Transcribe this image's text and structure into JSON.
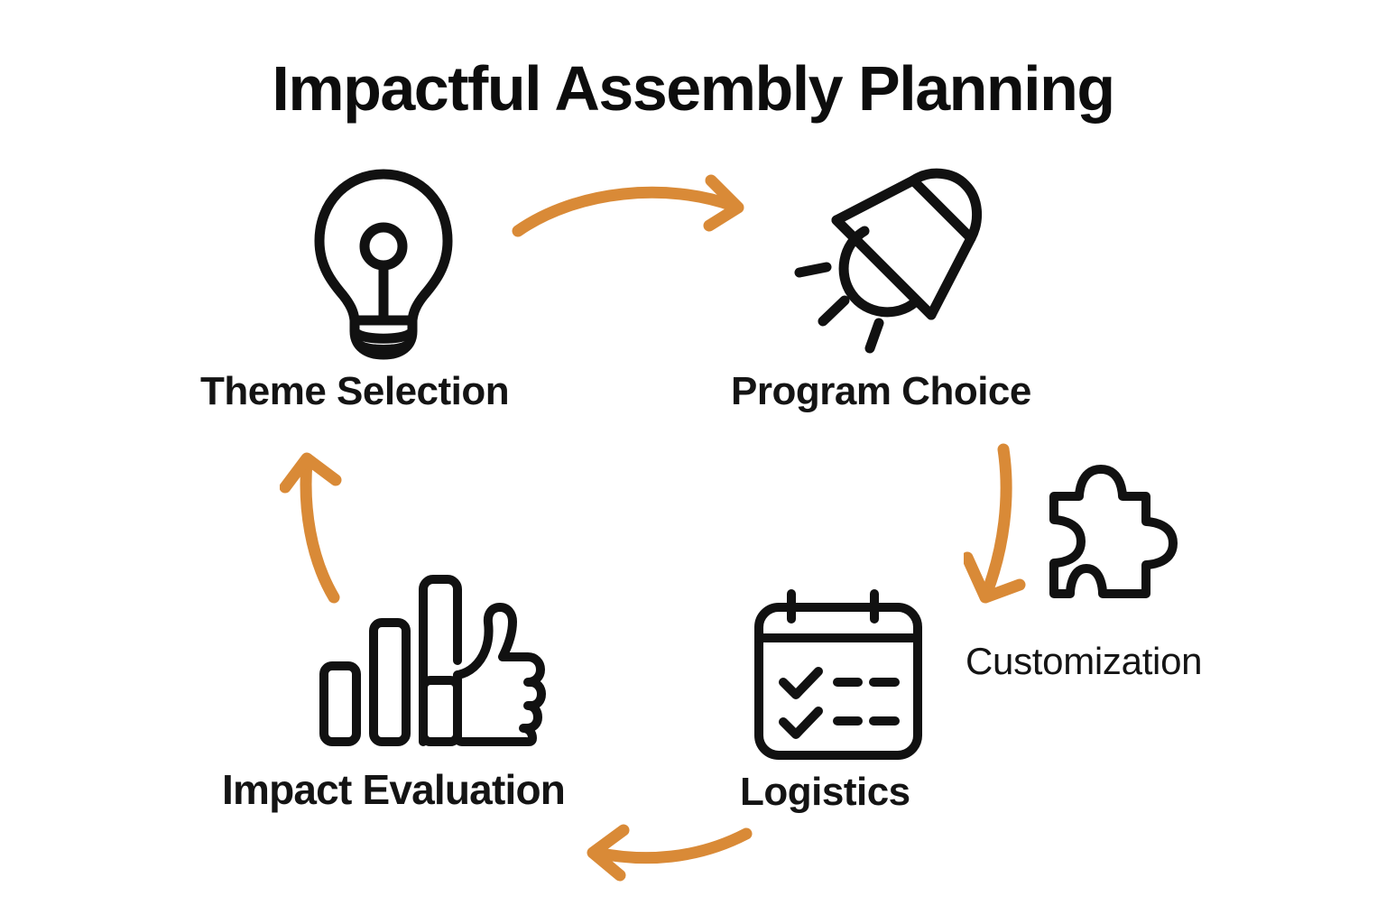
{
  "page": {
    "title": "Impactful Assembly Planning",
    "background_color": "#ffffff",
    "accent_color": "#d98a37",
    "ink_color": "#111111"
  },
  "diagram": {
    "type": "cycle",
    "direction": "clockwise",
    "step_count": 5,
    "nodes": [
      {
        "id": "theme-selection",
        "label": "Theme Selection",
        "icon": "lightbulb-icon",
        "position": "top-left",
        "order": 1
      },
      {
        "id": "program-choice",
        "label": "Program Choice",
        "icon": "megaphone-icon",
        "position": "top-right",
        "order": 2
      },
      {
        "id": "customization",
        "label": "Customization",
        "icon": "puzzle-piece-icon",
        "position": "right",
        "order": 3
      },
      {
        "id": "logistics",
        "label": "Logistics",
        "icon": "calendar-checklist-icon",
        "position": "bottom-right",
        "order": 4
      },
      {
        "id": "impact-evaluation",
        "label": "Impact Evaluation",
        "icon": "bar-chart-thumbs-up-icon",
        "position": "bottom-left",
        "order": 5
      }
    ],
    "connectors": [
      {
        "id": "theme-to-program",
        "icon": "curved-arrow-right-icon",
        "from": "theme-selection",
        "to": "program-choice",
        "color": "#d98a37"
      },
      {
        "id": "program-to-customization",
        "icon": "curved-arrow-down-icon",
        "from": "program-choice",
        "to": "customization",
        "color": "#d98a37"
      },
      {
        "id": "logistics-to-impact",
        "icon": "curved-arrow-left-icon",
        "from": "logistics",
        "to": "impact-evaluation",
        "color": "#d98a37"
      },
      {
        "id": "impact-to-theme",
        "icon": "curved-arrow-up-icon",
        "from": "impact-evaluation",
        "to": "theme-selection",
        "color": "#d98a37"
      }
    ]
  }
}
